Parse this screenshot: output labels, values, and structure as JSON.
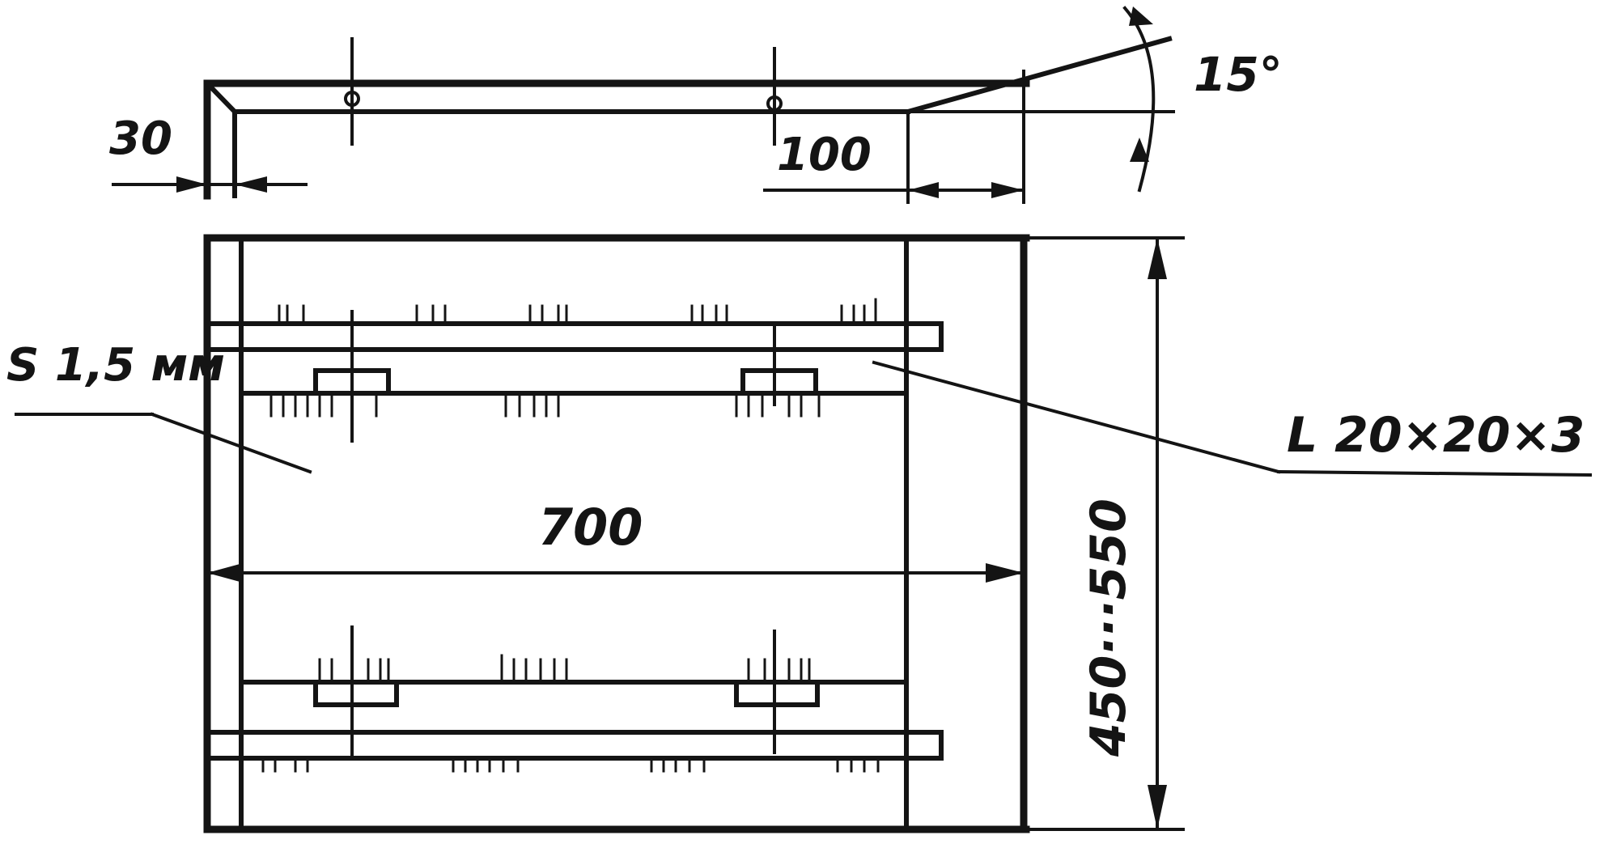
{
  "labels": {
    "dim_30": "30",
    "dim_100": "100",
    "angle_15": "15°",
    "sheet_thickness": "S 1,5 мм",
    "angle_profile": "L 20×20×3",
    "dim_700": "700",
    "dim_height": "450···550"
  }
}
